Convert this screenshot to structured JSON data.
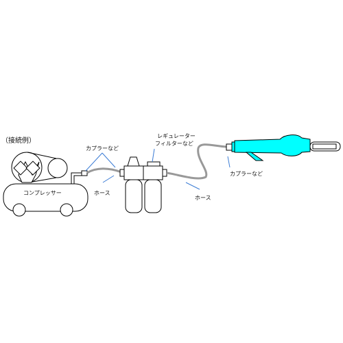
{
  "labels": {
    "example_heading": "（接続例）",
    "compressor": "コンプレッサー",
    "coupler_left": "カプラーなど",
    "hose_left": "ホース",
    "regulator_line1": "レギュレーター",
    "regulator_line2": "フィルターなど",
    "hose_right": "ホース",
    "coupler_right": "カプラーなど"
  },
  "colors": {
    "outline": "#000000",
    "hose": "#999999",
    "leader": "#3a7bd5",
    "tool_body": "#00ffff"
  },
  "components": [
    "compressor",
    "coupler",
    "hose",
    "filter-regulator",
    "hose",
    "coupler",
    "air-tool"
  ]
}
